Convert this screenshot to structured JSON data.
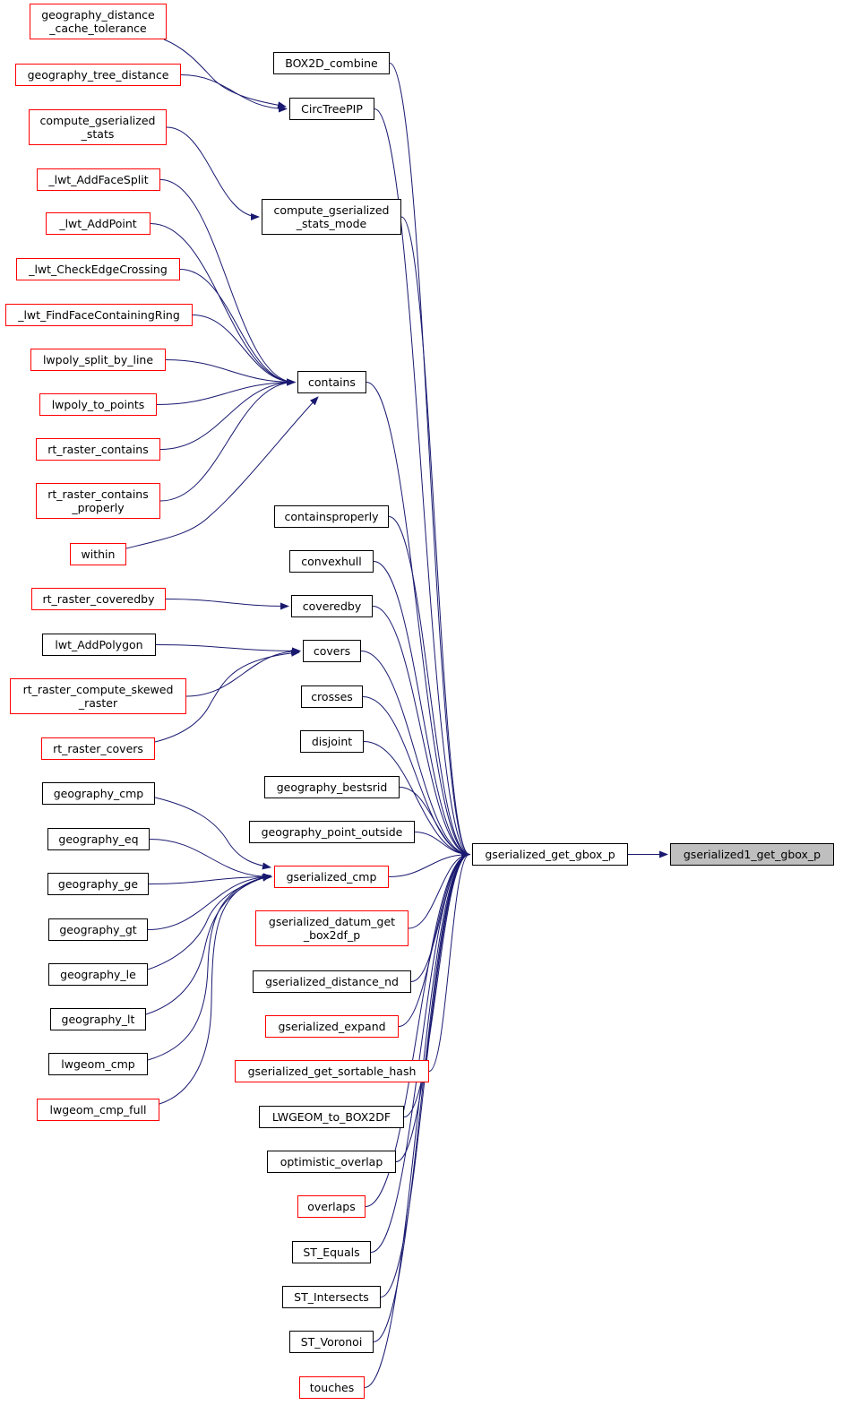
{
  "colors": {
    "edge": "#191970",
    "incomplete_border": "#ff0000",
    "complete_border": "#000000",
    "root_fill": "#bfbfbf"
  },
  "nodes": [
    {
      "id": "geography_distance_cache_tolerance",
      "label": "geography_distance\n_cache_tolerance",
      "incomplete": true
    },
    {
      "id": "geography_tree_distance",
      "label": "geography_tree_distance",
      "incomplete": true
    },
    {
      "id": "compute_gserialized_stats",
      "label": "compute_gserialized\n_stats",
      "incomplete": true
    },
    {
      "id": "_lwt_AddFaceSplit",
      "label": "_lwt_AddFaceSplit",
      "incomplete": true
    },
    {
      "id": "_lwt_AddPoint",
      "label": "_lwt_AddPoint",
      "incomplete": true
    },
    {
      "id": "_lwt_CheckEdgeCrossing",
      "label": "_lwt_CheckEdgeCrossing",
      "incomplete": true
    },
    {
      "id": "_lwt_FindFaceContainingRing",
      "label": "_lwt_FindFaceContainingRing",
      "incomplete": true
    },
    {
      "id": "lwpoly_split_by_line",
      "label": "lwpoly_split_by_line",
      "incomplete": true
    },
    {
      "id": "lwpoly_to_points",
      "label": "lwpoly_to_points",
      "incomplete": true
    },
    {
      "id": "rt_raster_contains",
      "label": "rt_raster_contains",
      "incomplete": true
    },
    {
      "id": "rt_raster_contains_properly",
      "label": "rt_raster_contains\n_properly",
      "incomplete": true
    },
    {
      "id": "within",
      "label": "within",
      "incomplete": true
    },
    {
      "id": "rt_raster_coveredby",
      "label": "rt_raster_coveredby",
      "incomplete": true
    },
    {
      "id": "lwt_AddPolygon",
      "label": "lwt_AddPolygon",
      "incomplete": false
    },
    {
      "id": "rt_raster_compute_skewed_raster",
      "label": "rt_raster_compute_skewed\n_raster",
      "incomplete": true
    },
    {
      "id": "rt_raster_covers",
      "label": "rt_raster_covers",
      "incomplete": true
    },
    {
      "id": "geography_cmp",
      "label": "geography_cmp",
      "incomplete": false
    },
    {
      "id": "geography_eq",
      "label": "geography_eq",
      "incomplete": false
    },
    {
      "id": "geography_ge",
      "label": "geography_ge",
      "incomplete": false
    },
    {
      "id": "geography_gt",
      "label": "geography_gt",
      "incomplete": false
    },
    {
      "id": "geography_le",
      "label": "geography_le",
      "incomplete": false
    },
    {
      "id": "geography_lt",
      "label": "geography_lt",
      "incomplete": false
    },
    {
      "id": "lwgeom_cmp",
      "label": "lwgeom_cmp",
      "incomplete": false
    },
    {
      "id": "lwgeom_cmp_full",
      "label": "lwgeom_cmp_full",
      "incomplete": true
    },
    {
      "id": "BOX2D_combine",
      "label": "BOX2D_combine",
      "incomplete": false
    },
    {
      "id": "CircTreePIP",
      "label": "CircTreePIP",
      "incomplete": false
    },
    {
      "id": "compute_gserialized_stats_mode",
      "label": "compute_gserialized\n_stats_mode",
      "incomplete": false
    },
    {
      "id": "contains",
      "label": "contains",
      "incomplete": false
    },
    {
      "id": "containsproperly",
      "label": "containsproperly",
      "incomplete": false
    },
    {
      "id": "convexhull",
      "label": "convexhull",
      "incomplete": false
    },
    {
      "id": "coveredby",
      "label": "coveredby",
      "incomplete": false
    },
    {
      "id": "covers",
      "label": "covers",
      "incomplete": false
    },
    {
      "id": "crosses",
      "label": "crosses",
      "incomplete": false
    },
    {
      "id": "disjoint",
      "label": "disjoint",
      "incomplete": false
    },
    {
      "id": "geography_bestsrid",
      "label": "geography_bestsrid",
      "incomplete": false
    },
    {
      "id": "geography_point_outside",
      "label": "geography_point_outside",
      "incomplete": false
    },
    {
      "id": "gserialized_cmp",
      "label": "gserialized_cmp",
      "incomplete": true
    },
    {
      "id": "gserialized_datum_get_box2df_p",
      "label": "gserialized_datum_get\n_box2df_p",
      "incomplete": true
    },
    {
      "id": "gserialized_distance_nd",
      "label": "gserialized_distance_nd",
      "incomplete": false
    },
    {
      "id": "gserialized_expand",
      "label": "gserialized_expand",
      "incomplete": true
    },
    {
      "id": "gserialized_get_sortable_hash",
      "label": "gserialized_get_sortable_hash",
      "incomplete": true
    },
    {
      "id": "LWGEOM_to_BOX2DF",
      "label": "LWGEOM_to_BOX2DF",
      "incomplete": false
    },
    {
      "id": "optimistic_overlap",
      "label": "optimistic_overlap",
      "incomplete": false
    },
    {
      "id": "overlaps",
      "label": "overlaps",
      "incomplete": true
    },
    {
      "id": "ST_Equals",
      "label": "ST_Equals",
      "incomplete": false
    },
    {
      "id": "ST_Intersects",
      "label": "ST_Intersects",
      "incomplete": false
    },
    {
      "id": "ST_Voronoi",
      "label": "ST_Voronoi",
      "incomplete": false
    },
    {
      "id": "touches",
      "label": "touches",
      "incomplete": true
    },
    {
      "id": "gserialized_get_gbox_p",
      "label": "gserialized_get_gbox_p",
      "incomplete": false
    },
    {
      "id": "gserialized1_get_gbox_p",
      "label": "gserialized1_get_gbox_p",
      "incomplete": false,
      "root": true
    }
  ],
  "edges": [
    [
      "geography_distance_cache_tolerance",
      "CircTreePIP"
    ],
    [
      "geography_tree_distance",
      "CircTreePIP"
    ],
    [
      "compute_gserialized_stats",
      "compute_gserialized_stats_mode"
    ],
    [
      "_lwt_AddFaceSplit",
      "contains"
    ],
    [
      "_lwt_AddPoint",
      "contains"
    ],
    [
      "_lwt_CheckEdgeCrossing",
      "contains"
    ],
    [
      "_lwt_FindFaceContainingRing",
      "contains"
    ],
    [
      "lwpoly_split_by_line",
      "contains"
    ],
    [
      "lwpoly_to_points",
      "contains"
    ],
    [
      "rt_raster_contains",
      "contains"
    ],
    [
      "rt_raster_contains_properly",
      "contains"
    ],
    [
      "within",
      "contains"
    ],
    [
      "rt_raster_coveredby",
      "coveredby"
    ],
    [
      "lwt_AddPolygon",
      "covers"
    ],
    [
      "rt_raster_compute_skewed_raster",
      "covers"
    ],
    [
      "rt_raster_covers",
      "covers"
    ],
    [
      "geography_cmp",
      "gserialized_cmp"
    ],
    [
      "geography_eq",
      "gserialized_cmp"
    ],
    [
      "geography_ge",
      "gserialized_cmp"
    ],
    [
      "geography_gt",
      "gserialized_cmp"
    ],
    [
      "geography_le",
      "gserialized_cmp"
    ],
    [
      "geography_lt",
      "gserialized_cmp"
    ],
    [
      "lwgeom_cmp",
      "gserialized_cmp"
    ],
    [
      "lwgeom_cmp_full",
      "gserialized_cmp"
    ],
    [
      "BOX2D_combine",
      "gserialized_get_gbox_p"
    ],
    [
      "CircTreePIP",
      "gserialized_get_gbox_p"
    ],
    [
      "compute_gserialized_stats_mode",
      "gserialized_get_gbox_p"
    ],
    [
      "contains",
      "gserialized_get_gbox_p"
    ],
    [
      "containsproperly",
      "gserialized_get_gbox_p"
    ],
    [
      "convexhull",
      "gserialized_get_gbox_p"
    ],
    [
      "coveredby",
      "gserialized_get_gbox_p"
    ],
    [
      "covers",
      "gserialized_get_gbox_p"
    ],
    [
      "crosses",
      "gserialized_get_gbox_p"
    ],
    [
      "disjoint",
      "gserialized_get_gbox_p"
    ],
    [
      "geography_bestsrid",
      "gserialized_get_gbox_p"
    ],
    [
      "geography_point_outside",
      "gserialized_get_gbox_p"
    ],
    [
      "gserialized_cmp",
      "gserialized_get_gbox_p"
    ],
    [
      "gserialized_datum_get_box2df_p",
      "gserialized_get_gbox_p"
    ],
    [
      "gserialized_distance_nd",
      "gserialized_get_gbox_p"
    ],
    [
      "gserialized_expand",
      "gserialized_get_gbox_p"
    ],
    [
      "gserialized_get_sortable_hash",
      "gserialized_get_gbox_p"
    ],
    [
      "LWGEOM_to_BOX2DF",
      "gserialized_get_gbox_p"
    ],
    [
      "optimistic_overlap",
      "gserialized_get_gbox_p"
    ],
    [
      "overlaps",
      "gserialized_get_gbox_p"
    ],
    [
      "ST_Equals",
      "gserialized_get_gbox_p"
    ],
    [
      "ST_Intersects",
      "gserialized_get_gbox_p"
    ],
    [
      "ST_Voronoi",
      "gserialized_get_gbox_p"
    ],
    [
      "touches",
      "gserialized_get_gbox_p"
    ],
    [
      "gserialized_get_gbox_p",
      "gserialized1_get_gbox_p"
    ]
  ]
}
